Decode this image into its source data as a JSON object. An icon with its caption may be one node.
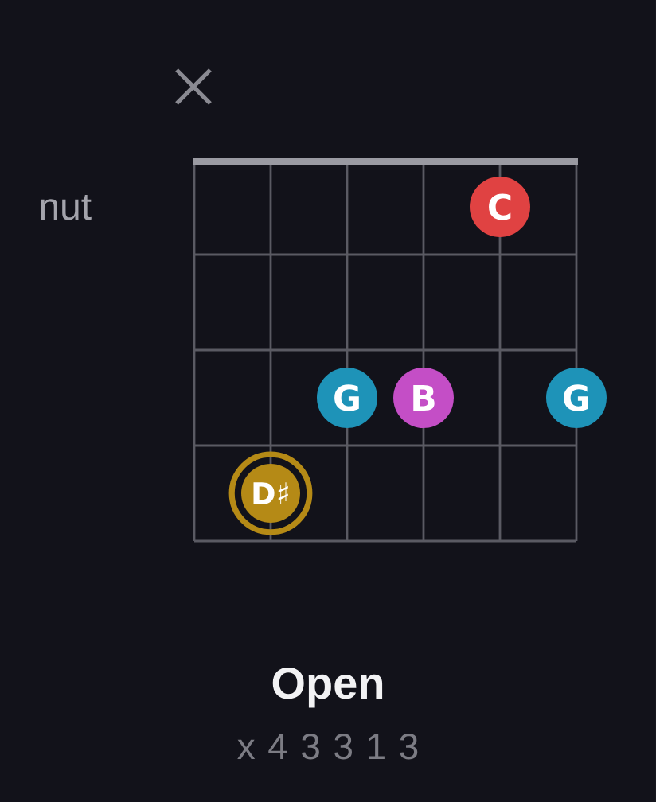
{
  "diagram": {
    "title": "Open",
    "nodes": [
      {
        "text": [
          "C"
        ]
      },
      {
        "text": [
          "G"
        ]
      },
      {
        "text": [
          "B"
        ]
      },
      {
        "text": [
          "G"
        ]
      },
      {
        "text": [
          "D♯"
        ]
      }
    ],
    "labels": [
      "nut",
      "x 4 3 3 1 3"
    ]
  }
}
